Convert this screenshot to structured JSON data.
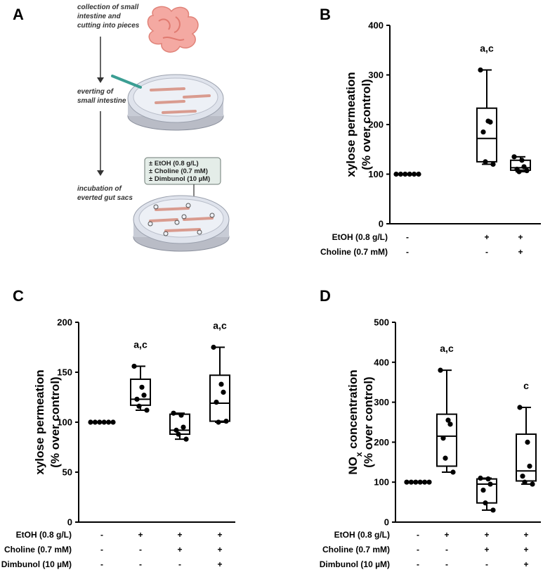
{
  "panel_a": {
    "letter": "A",
    "step1": [
      "collection of small",
      "intestine and",
      "cutting into pieces"
    ],
    "step2": [
      "everting of",
      "small intestine"
    ],
    "step3": [
      "incubation of",
      "everted gut sacs"
    ],
    "treatments": [
      "± EtOH (0.8 g/L)",
      "± Choline (0.7 mM)",
      "± Dimbunol (10 µM)"
    ]
  },
  "chart_data": [
    {
      "panel": "B",
      "type": "box",
      "ylabel_line1": "xylose permeation",
      "ylabel_line2": "(% over control)",
      "ylim": [
        0,
        400
      ],
      "yticks": [
        "0",
        "100",
        "200",
        "300",
        "400"
      ],
      "condition_labels": [
        "EtOH (0.8 g/L)",
        "Choline (0.7 mM)"
      ],
      "groups": [
        {
          "conditions": [
            "-",
            "-"
          ],
          "sig": "",
          "box": {
            "min": 100,
            "q1": 100,
            "median": 100,
            "q3": 100,
            "max": 100
          },
          "points": [
            100,
            100,
            100,
            100,
            100,
            100
          ]
        },
        {
          "conditions": [
            "+",
            "-"
          ],
          "sig": "a,c",
          "box": {
            "min": 120,
            "q1": 125,
            "median": 172,
            "q3": 233,
            "max": 310
          },
          "points": [
            310,
            207,
            205,
            185,
            125,
            120
          ]
        },
        {
          "conditions": [
            "+",
            "+"
          ],
          "sig": "",
          "box": {
            "min": 105,
            "q1": 108,
            "median": 113,
            "q3": 128,
            "max": 135
          },
          "points": [
            135,
            128,
            115,
            110,
            105,
            107
          ]
        }
      ]
    },
    {
      "panel": "C",
      "type": "box",
      "ylabel_line1": "xylose permeation",
      "ylabel_line2": "(% over control)",
      "ylim": [
        0,
        200
      ],
      "yticks": [
        "0",
        "50",
        "100",
        "150",
        "200"
      ],
      "condition_labels": [
        "EtOH (0.8 g/L)",
        "Choline (0.7 mM)",
        "Dimbunol (10 µM)"
      ],
      "groups": [
        {
          "conditions": [
            "-",
            "-",
            "-"
          ],
          "sig": "",
          "box": {
            "min": 100,
            "q1": 100,
            "median": 100,
            "q3": 100,
            "max": 100
          },
          "points": [
            100,
            100,
            100,
            100,
            100,
            100
          ]
        },
        {
          "conditions": [
            "+",
            "-",
            "-"
          ],
          "sig": "a,c",
          "box": {
            "min": 112,
            "q1": 117,
            "median": 123,
            "q3": 143,
            "max": 156
          },
          "points": [
            156,
            135,
            127,
            123,
            116,
            112
          ]
        },
        {
          "conditions": [
            "+",
            "+",
            "-"
          ],
          "sig": "",
          "box": {
            "min": 83,
            "q1": 88,
            "median": 92,
            "q3": 108,
            "max": 109
          },
          "points": [
            109,
            107,
            95,
            92,
            88,
            83
          ]
        },
        {
          "conditions": [
            "+",
            "+",
            "+"
          ],
          "sig": "a,c",
          "box": {
            "min": 100,
            "q1": 101,
            "median": 119,
            "q3": 147,
            "max": 175
          },
          "points": [
            175,
            138,
            130,
            120,
            100,
            101
          ]
        }
      ]
    },
    {
      "panel": "D",
      "type": "box",
      "ylabel_line1": "NO",
      "ylabel_sub": "x",
      "ylabel_line1_rest": " concentration",
      "ylabel_line2": "(% over control)",
      "ylim": [
        0,
        500
      ],
      "yticks": [
        "0",
        "100",
        "200",
        "300",
        "400",
        "500"
      ],
      "condition_labels": [
        "EtOH (0.8 g/L)",
        "Choline (0.7 mM)",
        "Dimbunol (10 µM)"
      ],
      "groups": [
        {
          "conditions": [
            "-",
            "-",
            "-"
          ],
          "sig": "",
          "box": {
            "min": 100,
            "q1": 100,
            "median": 100,
            "q3": 100,
            "max": 100
          },
          "points": [
            100,
            100,
            100,
            100,
            100,
            100
          ]
        },
        {
          "conditions": [
            "+",
            "-",
            "-"
          ],
          "sig": "a,c",
          "box": {
            "min": 125,
            "q1": 140,
            "median": 215,
            "q3": 270,
            "max": 380
          },
          "points": [
            380,
            255,
            245,
            210,
            160,
            125
          ]
        },
        {
          "conditions": [
            "+",
            "+",
            "-"
          ],
          "sig": "",
          "box": {
            "min": 30,
            "q1": 48,
            "median": 95,
            "q3": 108,
            "max": 110
          },
          "points": [
            110,
            108,
            95,
            80,
            48,
            30
          ]
        },
        {
          "conditions": [
            "+",
            "+",
            "+"
          ],
          "sig": "c",
          "box": {
            "min": 95,
            "q1": 103,
            "median": 128,
            "q3": 220,
            "max": 287
          },
          "points": [
            287,
            200,
            140,
            115,
            100,
            95
          ]
        }
      ]
    }
  ]
}
